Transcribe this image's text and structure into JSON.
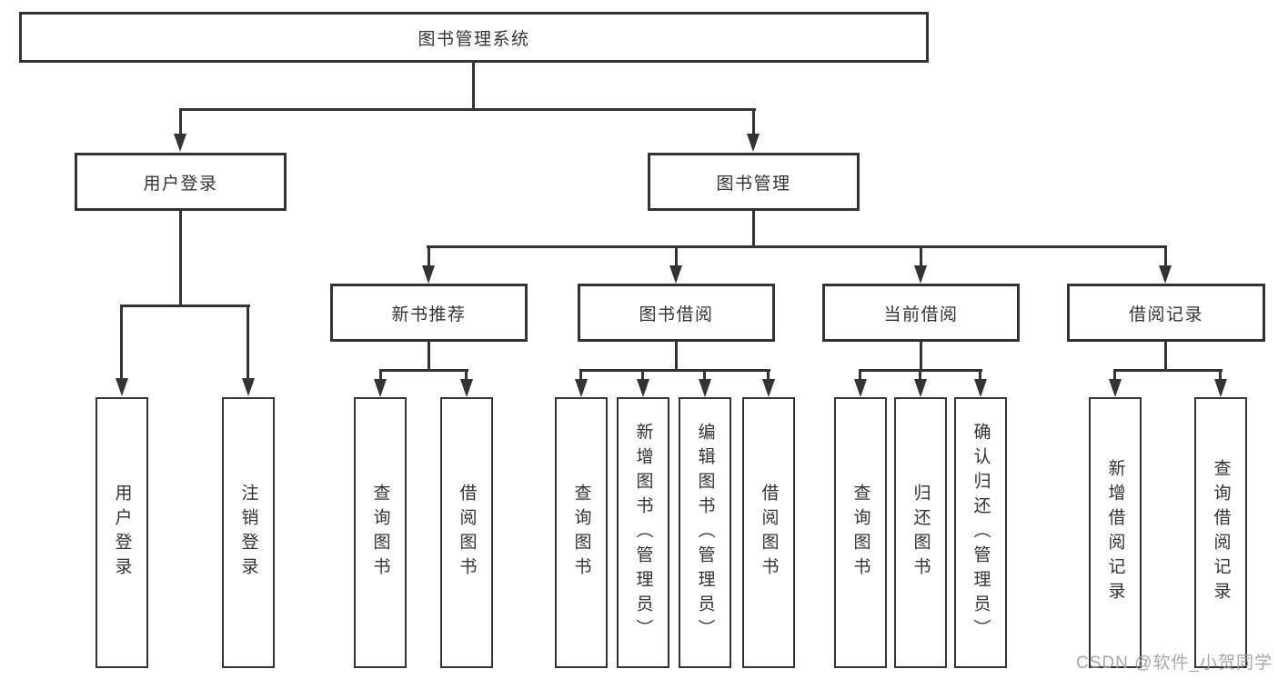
{
  "tree": {
    "root": {
      "label": "图书管理系统"
    },
    "branches": [
      {
        "label": "用户登录",
        "children": [
          {
            "label": "用户登录"
          },
          {
            "label": "注销登录"
          }
        ]
      },
      {
        "label": "图书管理",
        "sections": [
          {
            "label": "新书推荐",
            "children": [
              {
                "label": "查询图书"
              },
              {
                "label": "借阅图书"
              }
            ]
          },
          {
            "label": "图书借阅",
            "children": [
              {
                "label": "查询图书"
              },
              {
                "label": "新增图书（管理员）"
              },
              {
                "label": "编辑图书（管理员）"
              },
              {
                "label": "借阅图书"
              }
            ]
          },
          {
            "label": "当前借阅",
            "children": [
              {
                "label": "查询图书"
              },
              {
                "label": "归还图书"
              },
              {
                "label": "确认归还（管理员）"
              }
            ]
          },
          {
            "label": "借阅记录",
            "children": [
              {
                "label": "新增借阅记录"
              },
              {
                "label": "查询借阅记录"
              }
            ]
          }
        ]
      }
    ]
  },
  "watermark": {
    "text": "CSDN @软件_小贺同学"
  },
  "colors": {
    "line": "#333333",
    "text": "#333333",
    "watermark": "#ac9ea0"
  }
}
